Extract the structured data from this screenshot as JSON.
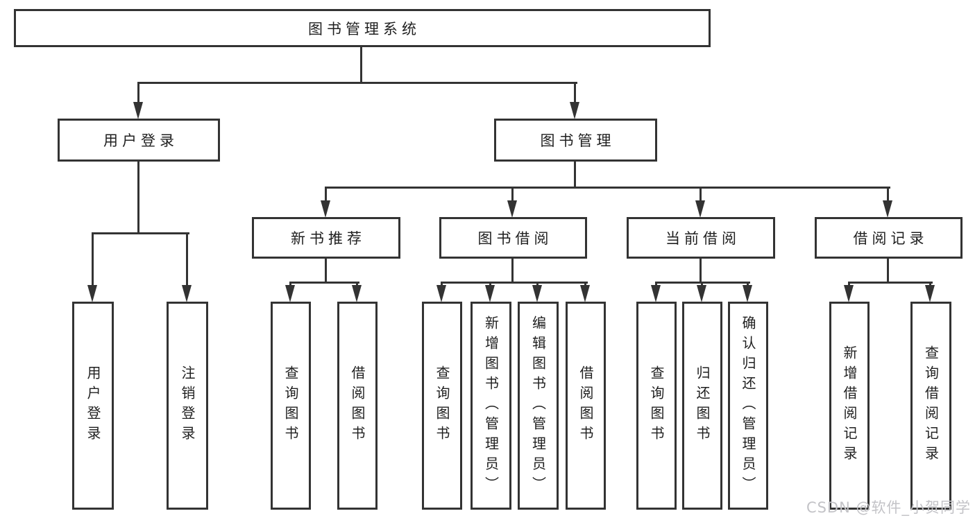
{
  "tree": {
    "root": "图书管理系统",
    "login": {
      "label": "用户登录",
      "children": [
        "用户登录",
        "注销登录"
      ]
    },
    "management": {
      "label": "图书管理",
      "sections": [
        {
          "label": "新书推荐",
          "children": [
            "查询图书",
            "借阅图书"
          ]
        },
        {
          "label": "图书借阅",
          "children": [
            "查询图书",
            "新增图书（管理员）",
            "编辑图书（管理员）",
            "借阅图书"
          ]
        },
        {
          "label": "当前借阅",
          "children": [
            "查询图书",
            "归还图书",
            "确认归还（管理员）"
          ]
        },
        {
          "label": "借阅记录",
          "children": [
            "新增借阅记录",
            "查询借阅记录"
          ]
        }
      ]
    }
  },
  "watermark": "CSDN @软件_小贺同学",
  "colors": {
    "line": "#333333",
    "text": "#1f1f1f",
    "background": "#ffffff",
    "watermark": "#c3c3c7"
  }
}
